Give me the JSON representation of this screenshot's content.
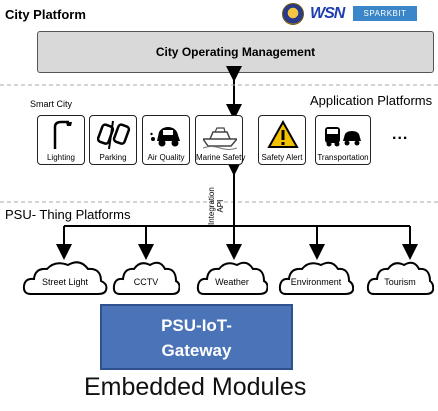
{
  "city_platform_label": "City Platform",
  "logos": {
    "wsn_text": "WSN",
    "spark_text": "SPARKBIT"
  },
  "city_operating_management": "City Operating Management",
  "application_platforms_label": "Application Platforms",
  "smart_city_label": "Smart City",
  "apps": [
    {
      "label": "Lighting",
      "icon": "street-lamp-icon"
    },
    {
      "label": "Parking",
      "icon": "parking-icon"
    },
    {
      "label": "Air Quality",
      "icon": "car-emission-icon"
    },
    {
      "label": "Marine Safety",
      "icon": "boat-icon"
    },
    {
      "label": "Safety Alert",
      "icon": "warning-icon"
    },
    {
      "label": "Transportation",
      "icon": "bus-car-icon"
    }
  ],
  "more_apps": "...",
  "integration_api_label": [
    "Integration",
    "API"
  ],
  "psu_thing_platforms_label": "PSU- Thing Platforms",
  "things": [
    "Street Light",
    "CCTV",
    "Weather",
    "Environment",
    "Tourism"
  ],
  "gateway": [
    "PSU-IoT-",
    "Gateway"
  ],
  "embedded_modules_label": "Embedded Modules",
  "colors": {
    "gateway_fill": "#4a73b8",
    "com_fill": "#d9d9d9",
    "warning": "#f2c200"
  }
}
